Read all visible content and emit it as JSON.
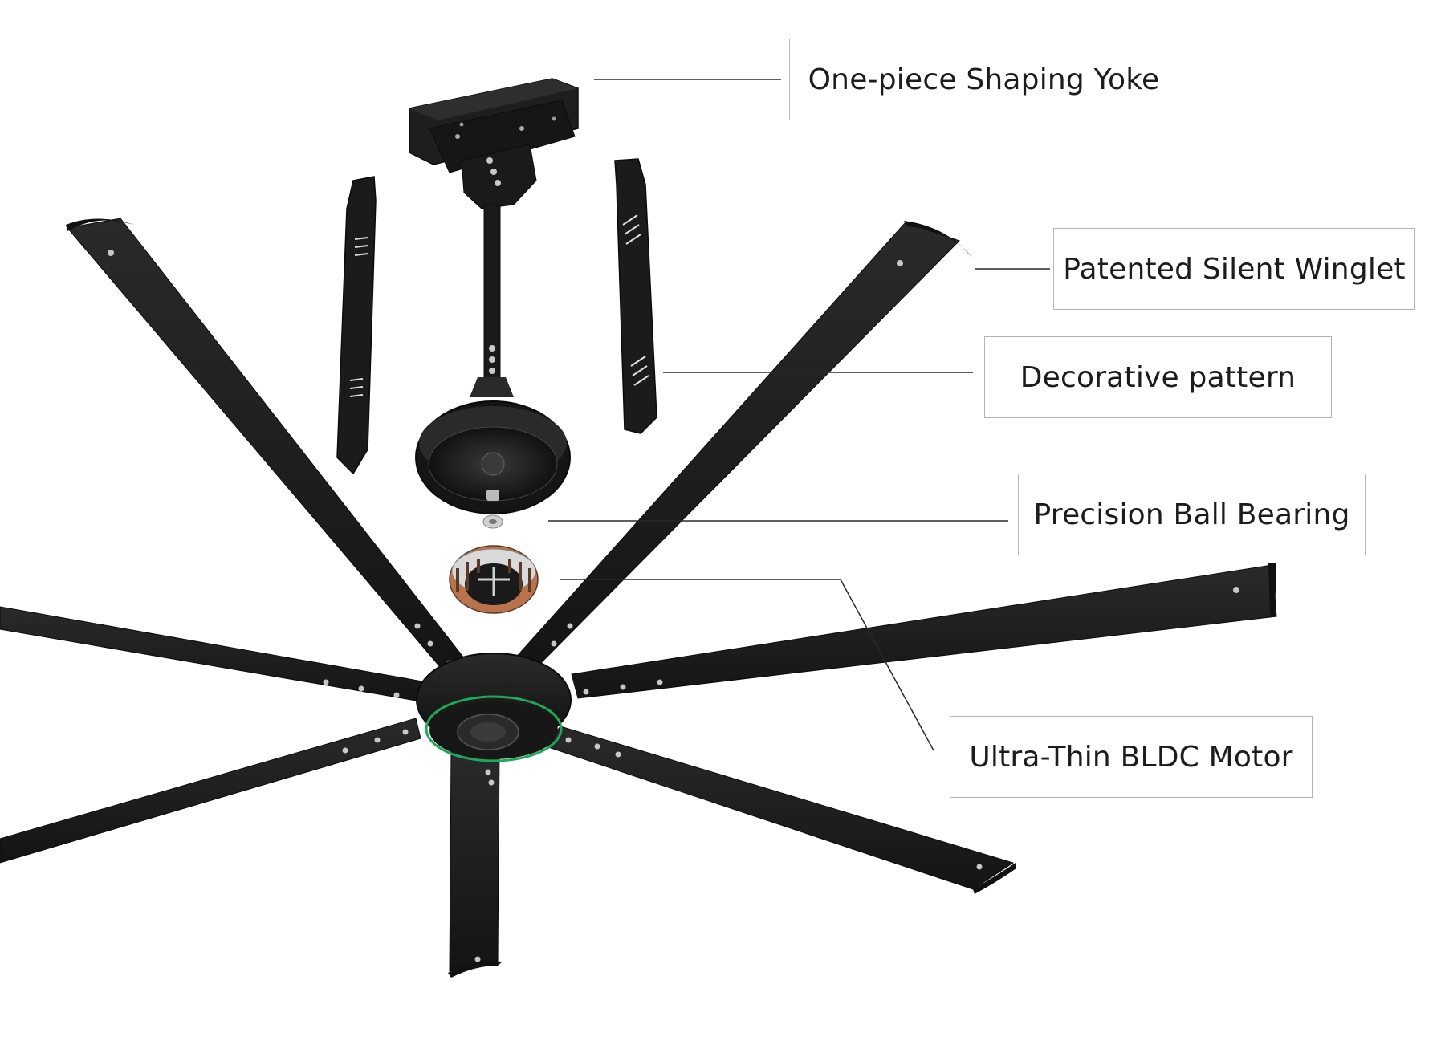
{
  "callouts": {
    "yoke": "One-piece Shaping Yoke",
    "winglet": "Patented Silent Winglet",
    "pattern": "Decorative pattern",
    "bearing": "Precision Ball Bearing",
    "motor": "Ultra-Thin BLDC Motor"
  },
  "colors": {
    "blade": "#1f1f1f",
    "blade_edge": "#0d0d0d",
    "hub": "#151515",
    "led_ring": "#1fa85a",
    "leader_line": "#2a2a2a",
    "box_border": "#b4b4b4",
    "text": "#1c1c1c",
    "copper": "#b8734d",
    "bolt": "#c8c8c8"
  }
}
